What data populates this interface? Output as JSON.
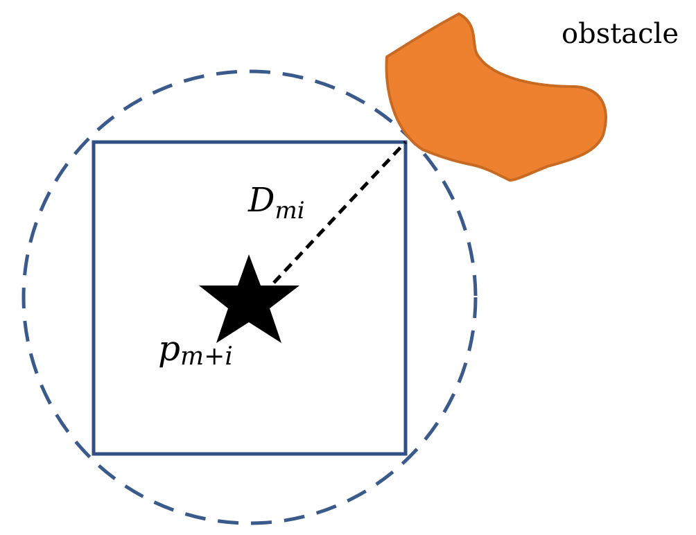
{
  "labels": {
    "obstacle": "obstacle",
    "distance_main": "D",
    "distance_sub": "mi",
    "point_main": "p",
    "point_sub": "m+i"
  },
  "colors": {
    "square_stroke": "#2f4f86",
    "circle_stroke": "#3a5a8c",
    "obstacle_fill": "#ee8130",
    "obstacle_stroke": "#c96a22",
    "star_fill": "#000000",
    "distance_line": "#000000"
  },
  "icons": {
    "center_marker": "star-icon"
  }
}
